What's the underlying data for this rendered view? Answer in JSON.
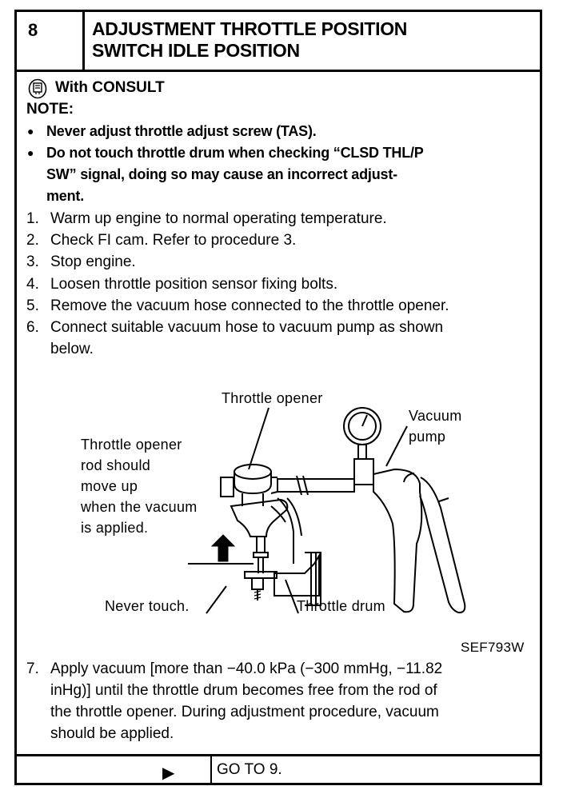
{
  "header": {
    "step": "8",
    "title_line1": "ADJUSTMENT THROTTLE POSITION",
    "title_line2": "SWITCH IDLE POSITION"
  },
  "consult": {
    "label": "With CONSULT",
    "icon": "consult-icon"
  },
  "note": {
    "label": "NOTE:",
    "bullets": [
      {
        "lines": [
          "Never adjust throttle adjust screw (TAS)."
        ]
      },
      {
        "lines": [
          "Do not touch throttle drum when checking “CLSD THL/P",
          "SW” signal, doing so may cause an incorrect adjust-",
          "ment."
        ]
      }
    ]
  },
  "steps": [
    {
      "n": "1.",
      "lines": [
        "Warm up engine to normal operating temperature."
      ]
    },
    {
      "n": "2.",
      "lines": [
        "Check FI cam. Refer to procedure 3."
      ]
    },
    {
      "n": "3.",
      "lines": [
        "Stop engine."
      ]
    },
    {
      "n": "4.",
      "lines": [
        "Loosen throttle position sensor fixing bolts."
      ]
    },
    {
      "n": "5.",
      "lines": [
        "Remove the vacuum hose connected to the throttle opener."
      ]
    },
    {
      "n": "6.",
      "lines": [
        "Connect suitable vacuum hose to vacuum pump as shown",
        "below."
      ]
    }
  ],
  "figure": {
    "label_throttle_opener": "Throttle opener",
    "label_vacuum_pump_1": "Vacuum",
    "label_vacuum_pump_2": "pump",
    "rod_note": [
      "Throttle opener",
      "rod should",
      "move up",
      "when the vacuum",
      "is applied."
    ],
    "label_never_touch": "Never touch.",
    "label_throttle_drum": "Throttle drum",
    "figure_code": "SEF793W"
  },
  "step7": {
    "n": "7.",
    "lines": [
      "Apply vacuum [more than −40.0 kPa (−300 mmHg, −11.82",
      "inHg)] until the throttle drum becomes free from the rod of",
      "the throttle opener. During adjustment procedure, vacuum",
      "should be applied."
    ]
  },
  "footer": {
    "arrow": "▶",
    "goto": "GO TO 9."
  }
}
